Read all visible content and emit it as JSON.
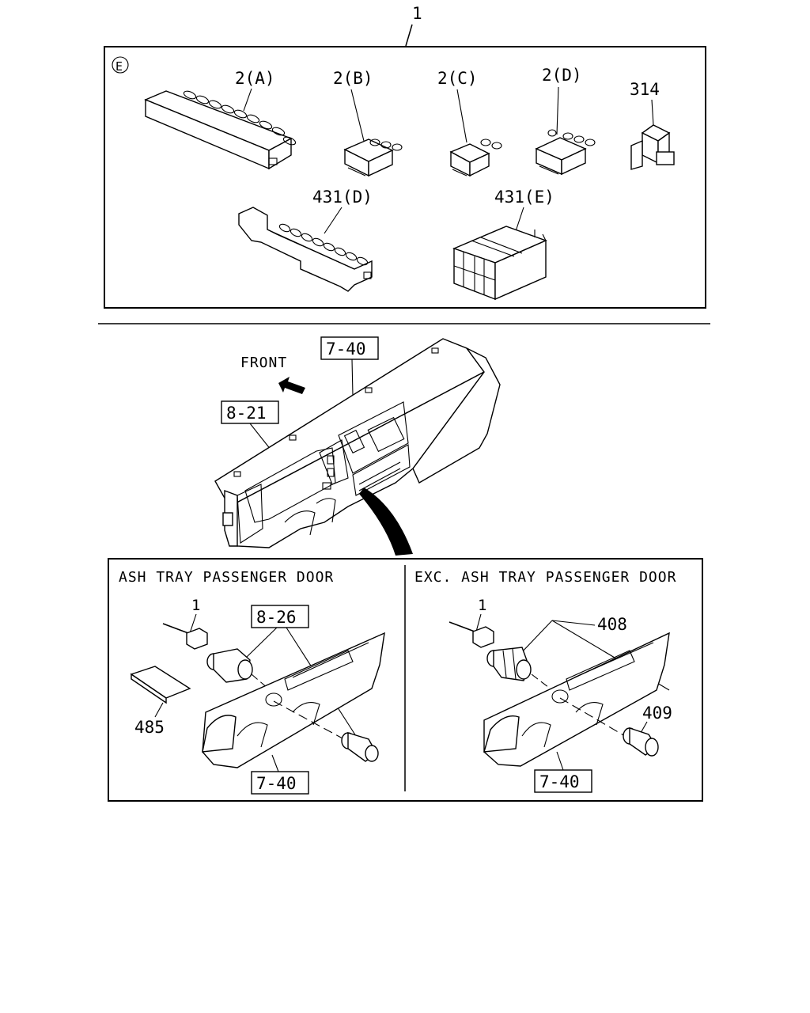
{
  "callouts": {
    "assembly": "1",
    "section_mark": "E",
    "part_2a": "2(A)",
    "part_2b": "2(B)",
    "part_2c": "2(C)",
    "part_2d": "2(D)",
    "part_314": "314",
    "part_431d": "431(D)",
    "part_431e": "431(E)"
  },
  "dashboard": {
    "front_label": "FRONT",
    "ref_top": "7-40",
    "ref_left": "8-21"
  },
  "panel_left": {
    "title": "ASH TRAY PASSENGER DOOR",
    "part_1": "1",
    "ref_8_26": "8-26",
    "part_485": "485",
    "ref_7_40": "7-40"
  },
  "panel_right": {
    "title": "EXC. ASH TRAY PASSENGER DOOR",
    "part_1": "1",
    "part_408": "408",
    "part_409": "409",
    "ref_7_40": "7-40"
  }
}
